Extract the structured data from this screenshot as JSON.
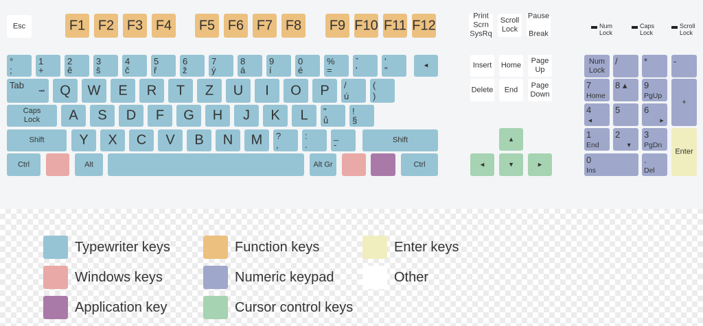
{
  "colors": {
    "typewriter": "#96c4d4",
    "function": "#ecc07f",
    "enter": "#f0eebf",
    "windows": "#e9a9a6",
    "numpad": "#9fa8cb",
    "other": "#ffffff",
    "application": "#a97aa8",
    "cursor": "#a6d3b2"
  },
  "keys": [
    {
      "id": "esc",
      "c": "Esc",
      "cat": "other"
    },
    {
      "id": "f1",
      "c": "F1",
      "cat": "function",
      "big": 1
    },
    {
      "id": "f2",
      "c": "F2",
      "cat": "function",
      "big": 1
    },
    {
      "id": "f3",
      "c": "F3",
      "cat": "function",
      "big": 1
    },
    {
      "id": "f4",
      "c": "F4",
      "cat": "function",
      "big": 1
    },
    {
      "id": "f5",
      "c": "F5",
      "cat": "function",
      "big": 1
    },
    {
      "id": "f6",
      "c": "F6",
      "cat": "function",
      "big": 1
    },
    {
      "id": "f7",
      "c": "F7",
      "cat": "function",
      "big": 1
    },
    {
      "id": "f8",
      "c": "F8",
      "cat": "function",
      "big": 1
    },
    {
      "id": "f9",
      "c": "F9",
      "cat": "function",
      "big": 1
    },
    {
      "id": "f10",
      "c": "F10",
      "cat": "function",
      "big": 1
    },
    {
      "id": "f11",
      "c": "F11",
      "cat": "function",
      "big": 1
    },
    {
      "id": "f12",
      "c": "F12",
      "cat": "function",
      "big": 1
    },
    {
      "id": "print-screen",
      "c": "Print\nScrn\nSysRq",
      "cat": "other"
    },
    {
      "id": "scroll-lock",
      "c": "Scroll\nLock",
      "cat": "other"
    },
    {
      "id": "pause",
      "c": "Pause\n\nBreak",
      "cat": "other"
    },
    {
      "id": "ring",
      "t": "°",
      "b": ";",
      "cat": "typewriter"
    },
    {
      "id": "1",
      "t": "1",
      "b": "+",
      "cat": "typewriter"
    },
    {
      "id": "2",
      "t": "2",
      "b": "ě",
      "cat": "typewriter"
    },
    {
      "id": "3",
      "t": "3",
      "b": "š",
      "cat": "typewriter"
    },
    {
      "id": "4",
      "t": "4",
      "b": "č",
      "cat": "typewriter"
    },
    {
      "id": "5",
      "t": "5",
      "b": "ř",
      "cat": "typewriter"
    },
    {
      "id": "6",
      "t": "6",
      "b": "ž",
      "cat": "typewriter"
    },
    {
      "id": "7",
      "t": "7",
      "b": "ý",
      "cat": "typewriter"
    },
    {
      "id": "8",
      "t": "8",
      "b": "á",
      "cat": "typewriter"
    },
    {
      "id": "9",
      "t": "9",
      "b": "í",
      "cat": "typewriter"
    },
    {
      "id": "0",
      "t": "0",
      "b": "é",
      "cat": "typewriter"
    },
    {
      "id": "percent",
      "t": "%",
      "b": "=",
      "cat": "typewriter"
    },
    {
      "id": "caron",
      "t": "ˇ",
      "b": "'",
      "cat": "typewriter"
    },
    {
      "id": "apostrophe",
      "t": "'",
      "b": "\"",
      "cat": "typewriter"
    },
    {
      "id": "backspace",
      "c": "◂",
      "cat": "typewriter"
    },
    {
      "id": "tab",
      "t": "Tab",
      "c": "⭲",
      "cat": "typewriter"
    },
    {
      "id": "q",
      "c": "Q",
      "cat": "typewriter",
      "big": 1
    },
    {
      "id": "w",
      "c": "W",
      "cat": "typewriter",
      "big": 1
    },
    {
      "id": "e",
      "c": "E",
      "cat": "typewriter",
      "big": 1
    },
    {
      "id": "r",
      "c": "R",
      "cat": "typewriter",
      "big": 1
    },
    {
      "id": "t",
      "c": "T",
      "cat": "typewriter",
      "big": 1
    },
    {
      "id": "z",
      "c": "Z",
      "cat": "typewriter",
      "big": 1
    },
    {
      "id": "u",
      "c": "U",
      "cat": "typewriter",
      "big": 1
    },
    {
      "id": "i",
      "c": "I",
      "cat": "typewriter",
      "big": 1
    },
    {
      "id": "o",
      "c": "O",
      "cat": "typewriter",
      "big": 1
    },
    {
      "id": "p",
      "c": "P",
      "cat": "typewriter",
      "big": 1
    },
    {
      "id": "u-acute",
      "t": "/",
      "b": "ú",
      "cat": "typewriter"
    },
    {
      "id": "paren",
      "t": "(",
      "b": ")",
      "cat": "typewriter"
    },
    {
      "id": "caps-lock",
      "c": "Caps\nLock",
      "cat": "typewriter"
    },
    {
      "id": "a",
      "c": "A",
      "cat": "typewriter",
      "big": 1
    },
    {
      "id": "s",
      "c": "S",
      "cat": "typewriter",
      "big": 1
    },
    {
      "id": "d",
      "c": "D",
      "cat": "typewriter",
      "big": 1
    },
    {
      "id": "f",
      "c": "F",
      "cat": "typewriter",
      "big": 1
    },
    {
      "id": "g",
      "c": "G",
      "cat": "typewriter",
      "big": 1
    },
    {
      "id": "h",
      "c": "H",
      "cat": "typewriter",
      "big": 1
    },
    {
      "id": "j",
      "c": "J",
      "cat": "typewriter",
      "big": 1
    },
    {
      "id": "k",
      "c": "K",
      "cat": "typewriter",
      "big": 1
    },
    {
      "id": "l",
      "c": "L",
      "cat": "typewriter",
      "big": 1
    },
    {
      "id": "u-ring",
      "t": "\"",
      "b": "ů",
      "cat": "typewriter"
    },
    {
      "id": "section",
      "t": "!",
      "b": "§",
      "cat": "typewriter"
    },
    {
      "id": "left-shift",
      "c": "Shift",
      "cat": "typewriter"
    },
    {
      "id": "y",
      "c": "Y",
      "cat": "typewriter",
      "big": 1
    },
    {
      "id": "x",
      "c": "X",
      "cat": "typewriter",
      "big": 1
    },
    {
      "id": "c",
      "c": "C",
      "cat": "typewriter",
      "big": 1
    },
    {
      "id": "v",
      "c": "V",
      "cat": "typewriter",
      "big": 1
    },
    {
      "id": "b",
      "c": "B",
      "cat": "typewriter",
      "big": 1
    },
    {
      "id": "n",
      "c": "N",
      "cat": "typewriter",
      "big": 1
    },
    {
      "id": "m",
      "c": "M",
      "cat": "typewriter",
      "big": 1
    },
    {
      "id": "comma",
      "t": "?",
      "b": ",",
      "cat": "typewriter"
    },
    {
      "id": "period",
      "t": ":",
      "b": ".",
      "cat": "typewriter"
    },
    {
      "id": "minus",
      "t": "_",
      "b": "-",
      "cat": "typewriter"
    },
    {
      "id": "right-shift",
      "c": "Shift",
      "cat": "typewriter"
    },
    {
      "id": "left-ctrl",
      "c": "Ctrl",
      "cat": "typewriter"
    },
    {
      "id": "left-windows",
      "cat": "windows"
    },
    {
      "id": "alt",
      "c": "Alt",
      "cat": "typewriter"
    },
    {
      "id": "space",
      "cat": "typewriter"
    },
    {
      "id": "alt-gr",
      "c": "Alt Gr",
      "cat": "typewriter"
    },
    {
      "id": "right-windows",
      "cat": "windows"
    },
    {
      "id": "menu",
      "cat": "application"
    },
    {
      "id": "right-ctrl",
      "c": "Ctrl",
      "cat": "typewriter"
    },
    {
      "id": "insert",
      "c": "Insert",
      "cat": "other"
    },
    {
      "id": "home",
      "c": "Home",
      "cat": "other"
    },
    {
      "id": "page-up",
      "c": "Page\nUp",
      "cat": "other"
    },
    {
      "id": "delete",
      "c": "Delete",
      "cat": "other"
    },
    {
      "id": "end",
      "c": "End",
      "cat": "other"
    },
    {
      "id": "page-down",
      "c": "Page\nDown",
      "cat": "other"
    },
    {
      "id": "arrow-up",
      "c": "▴",
      "cat": "cursor"
    },
    {
      "id": "arrow-left",
      "c": "◂",
      "cat": "cursor"
    },
    {
      "id": "arrow-down",
      "c": "▾",
      "cat": "cursor"
    },
    {
      "id": "arrow-right",
      "c": "▸",
      "cat": "cursor"
    },
    {
      "id": "num-lock",
      "c": "Num\nLock",
      "cat": "numpad"
    },
    {
      "id": "num-divide",
      "nt": "/",
      "cat": "numpad"
    },
    {
      "id": "num-multiply",
      "nt": "*",
      "cat": "numpad"
    },
    {
      "id": "num-minus",
      "nt": "-",
      "cat": "numpad"
    },
    {
      "id": "num-7",
      "nt": "7",
      "nb": "Home",
      "cat": "numpad"
    },
    {
      "id": "num-8",
      "nt": "8 ▴",
      "cat": "numpad"
    },
    {
      "id": "num-9",
      "nt": "9",
      "nb": "PgUp",
      "cat": "numpad"
    },
    {
      "id": "num-plus",
      "c": "+",
      "cat": "numpad"
    },
    {
      "id": "num-4",
      "nt": "4",
      "nb": " ◂",
      "cat": "numpad"
    },
    {
      "id": "num-5",
      "nt": "5",
      "cat": "numpad"
    },
    {
      "id": "num-6",
      "nt": "6",
      "nb": "        ▸",
      "cat": "numpad"
    },
    {
      "id": "num-1",
      "nt": "1",
      "nb": "End",
      "cat": "numpad"
    },
    {
      "id": "num-2",
      "nt": "2",
      "nb": "      ▾",
      "cat": "numpad"
    },
    {
      "id": "num-3",
      "nt": "3",
      "nb": "PgDn",
      "cat": "numpad"
    },
    {
      "id": "num-enter",
      "c": "Enter",
      "cat": "enter"
    },
    {
      "id": "num-0",
      "nt": "0",
      "nb": "Ins",
      "cat": "numpad"
    },
    {
      "id": "num-decimal",
      "nt": ".",
      "nb": "Del",
      "cat": "numpad"
    },
    {
      "id": "enter",
      "c": "◂",
      "cat": "enter"
    }
  ],
  "leds": [
    "Num\nLock",
    "Caps\nLock",
    "Scroll\nLock"
  ],
  "legend": [
    {
      "label": "Typewriter keys",
      "cat": "typewriter"
    },
    {
      "label": "Windows keys",
      "cat": "windows"
    },
    {
      "label": "Application key",
      "cat": "application"
    },
    {
      "label": "Function keys",
      "cat": "function"
    },
    {
      "label": "Numeric keypad",
      "cat": "numpad"
    },
    {
      "label": "Cursor control keys",
      "cat": "cursor"
    },
    {
      "label": "Enter keys",
      "cat": "enter"
    },
    {
      "label": "Other",
      "cat": "other"
    }
  ]
}
